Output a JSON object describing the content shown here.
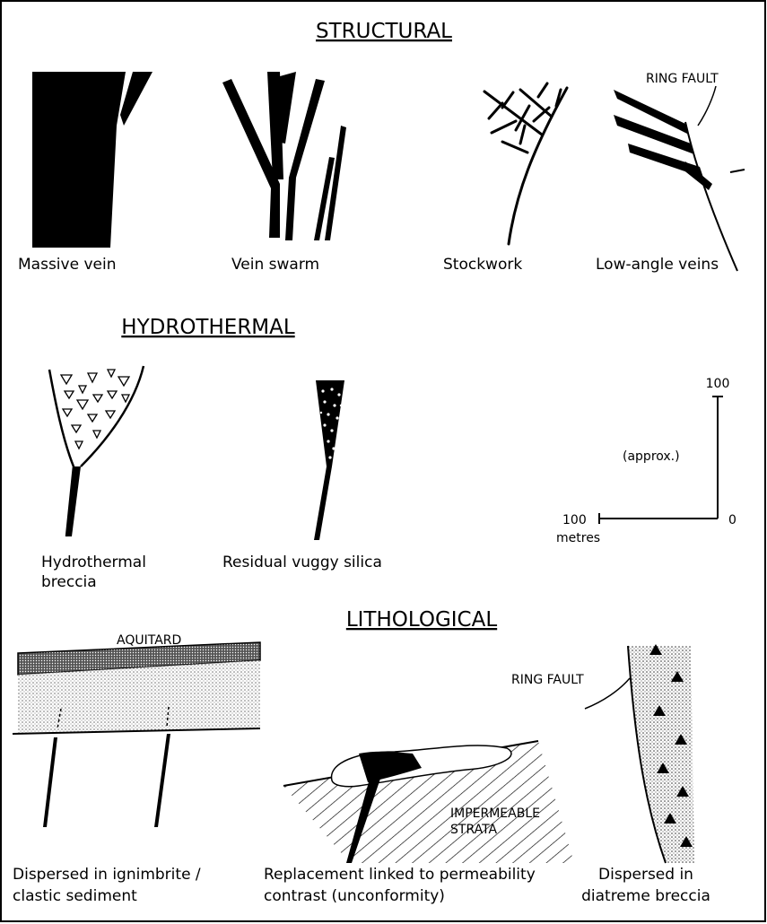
{
  "sections": {
    "structural": "STRUCTURAL",
    "hydrothermal": "HYDROTHERMAL",
    "lithological": "LITHOLOGICAL"
  },
  "labels": {
    "ring_fault_top": "RING FAULT",
    "ring_fault_bottom": "RING FAULT",
    "aquitard": "AQUITARD",
    "impermeable_1": "IMPERMEABLE",
    "impermeable_2": "STRATA"
  },
  "captions": {
    "massive_vein": "Massive vein",
    "vein_swarm": "Vein swarm",
    "stockwork": "Stockwork",
    "low_angle_veins": "Low-angle veins",
    "hydrothermal_breccia_1": "Hydrothermal",
    "hydrothermal_breccia_2": "breccia",
    "residual_vuggy_silica": "Residual vuggy silica",
    "ignimbrite_1": "Dispersed in ignimbrite /",
    "ignimbrite_2": "clastic sediment",
    "replacement_1": "Replacement linked to permeability",
    "replacement_2": "contrast   (unconformity)",
    "diatreme_1": "Dispersed in",
    "diatreme_2": "diatreme breccia"
  },
  "scale_bar": {
    "vertical_top": "100",
    "origin": "0",
    "horizontal_left": "100",
    "units": "metres",
    "note": "(approx.)"
  }
}
